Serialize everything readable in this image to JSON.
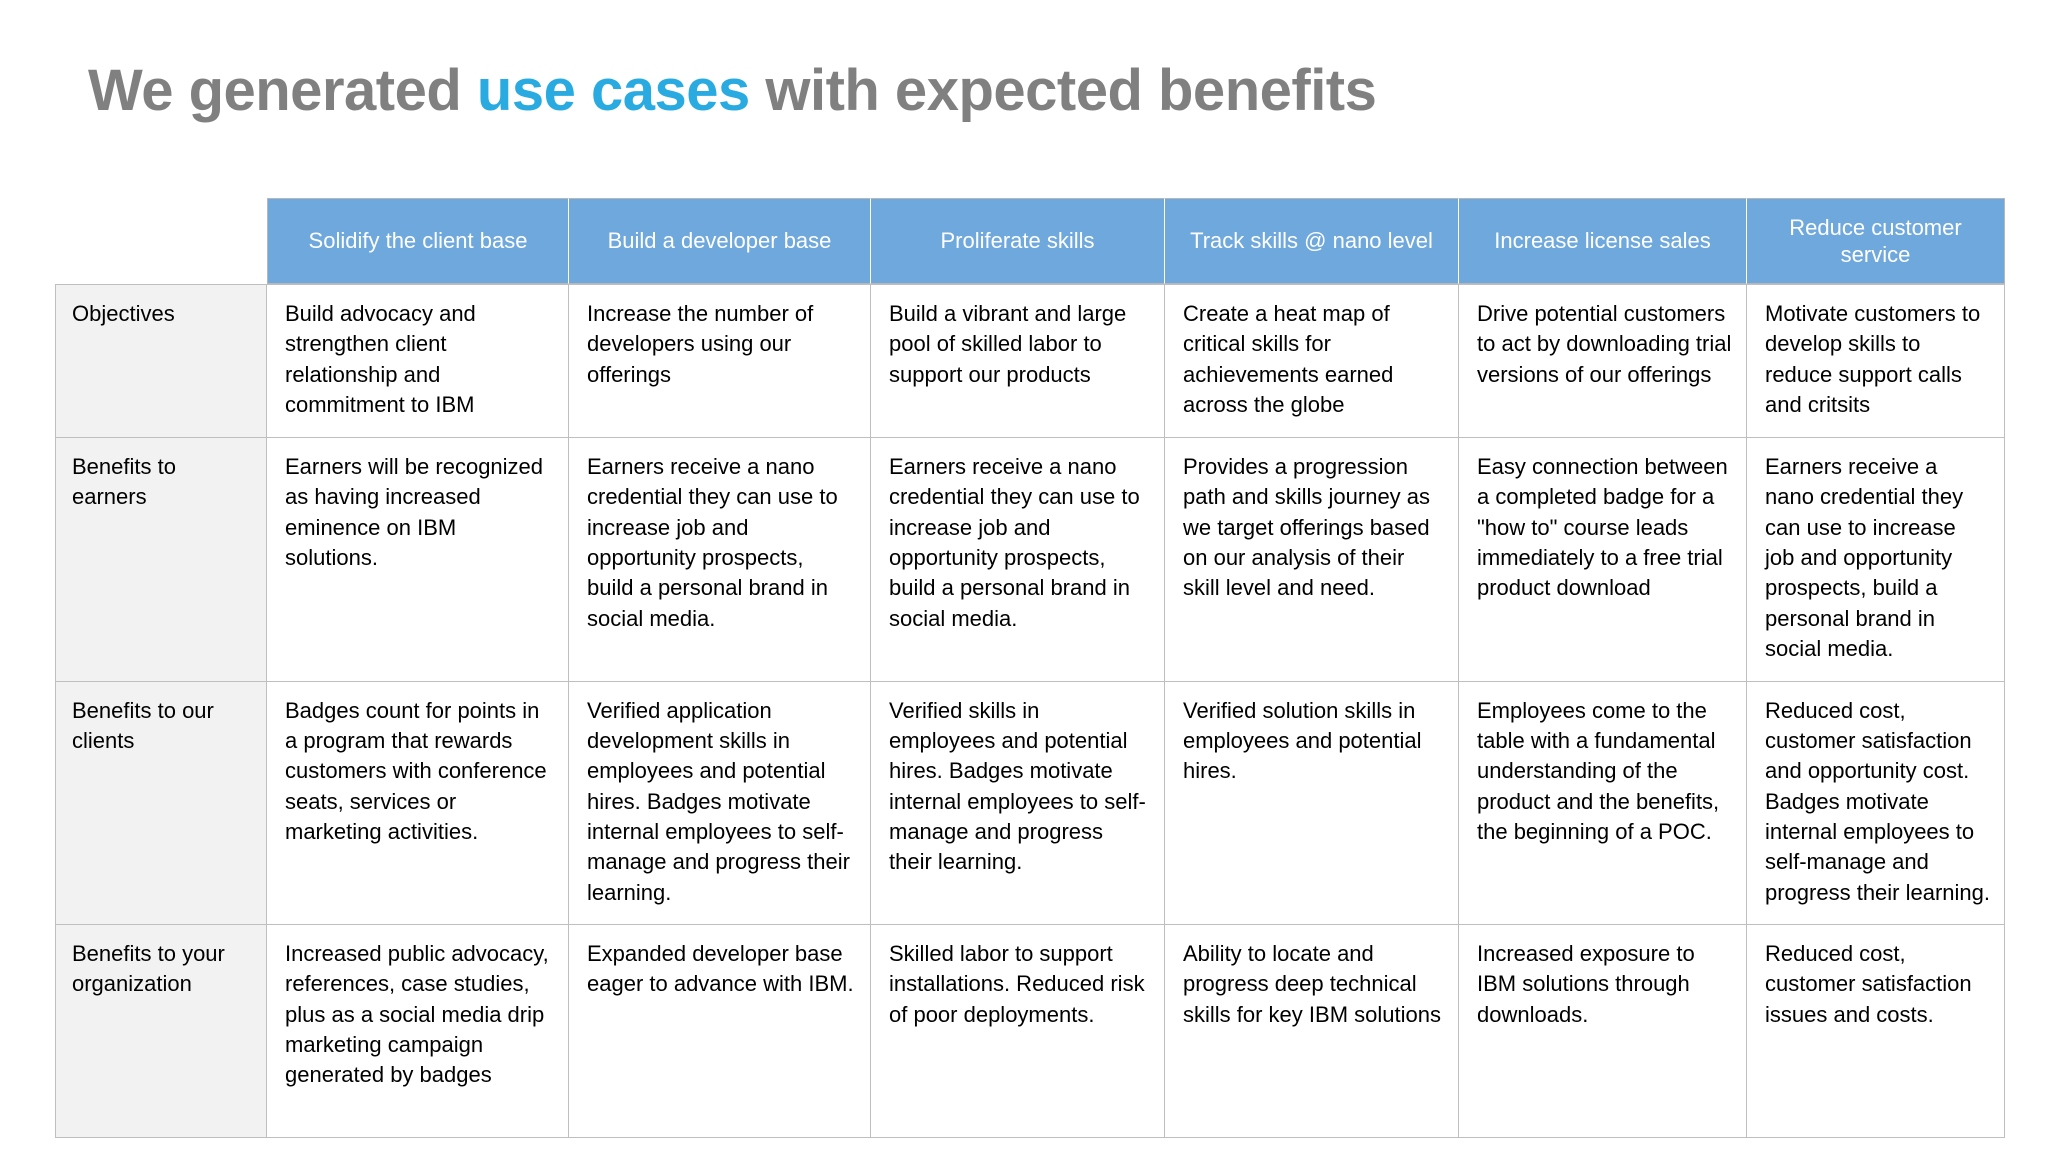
{
  "title": {
    "part1": "We generated ",
    "accent": "use cases",
    "part2": " with expected benefits",
    "accent_color": "#29ABE2",
    "base_color": "#808080"
  },
  "table": {
    "header_background": "#6FA8DC",
    "header_text_color": "#FFFFFF",
    "row_label_background": "#F2F2F2",
    "border_color": "#BFBFBF",
    "corner_label": "",
    "columns": [
      "Solidify the client base",
      "Build a developer base",
      "Proliferate skills",
      "Track skills @ nano level",
      "Increase license sales",
      "Reduce customer service"
    ],
    "rows": [
      {
        "label": "Objectives",
        "cells": [
          "Build advocacy and strengthen client relationship and commitment to IBM",
          "Increase the number of developers using our offerings",
          "Build a vibrant and large pool of skilled labor to support our products",
          "Create a heat map of critical skills for achievements earned across the globe",
          "Drive potential customers to act by downloading trial versions of our offerings",
          "Motivate customers to develop skills to reduce support calls and critsits"
        ]
      },
      {
        "label": "Benefits to earners",
        "cells": [
          "Earners will be recognized as having increased eminence on IBM solutions.",
          "Earners receive a nano credential they can use to increase job and opportunity prospects, build a personal brand in social media.",
          "Earners receive a nano credential they can use to increase job and opportunity prospects, build a personal brand in social media.",
          "Provides a progression path and skills journey as we target offerings based on our analysis of their skill level and need.",
          "Easy connection between a completed badge for a  \"how to\" course leads immediately to a free trial product download",
          "Earners receive a nano credential they can use to increase job and opportunity prospects, build a personal brand in social media."
        ]
      },
      {
        "label": "Benefits to our clients",
        "cells": [
          "Badges count for points in a program that rewards customers with conference seats, services or marketing activities.",
          "Verified application development skills in employees and potential hires. Badges motivate internal employees to self-manage and progress their learning.",
          "Verified skills in employees and potential hires. Badges motivate internal employees to self-manage and progress their learning.",
          "Verified solution skills in employees and potential hires.",
          "Employees come to the table with a fundamental understanding of the product and the benefits, the beginning of a POC.",
          "Reduced cost, customer satisfaction and opportunity cost. Badges motivate internal employees to self-manage and progress their learning."
        ]
      },
      {
        "label": "Benefits to your organization",
        "cells": [
          "Increased public advocacy, references, case studies,  plus as a social media drip marketing campaign generated by badges",
          "Expanded  developer base eager to advance with IBM.",
          "Skilled labor to support installations. Reduced risk of poor deployments.",
          "Ability to locate and progress deep technical skills for key IBM solutions",
          "Increased exposure to IBM solutions through downloads.",
          "Reduced cost, customer satisfaction issues and costs."
        ]
      }
    ]
  }
}
